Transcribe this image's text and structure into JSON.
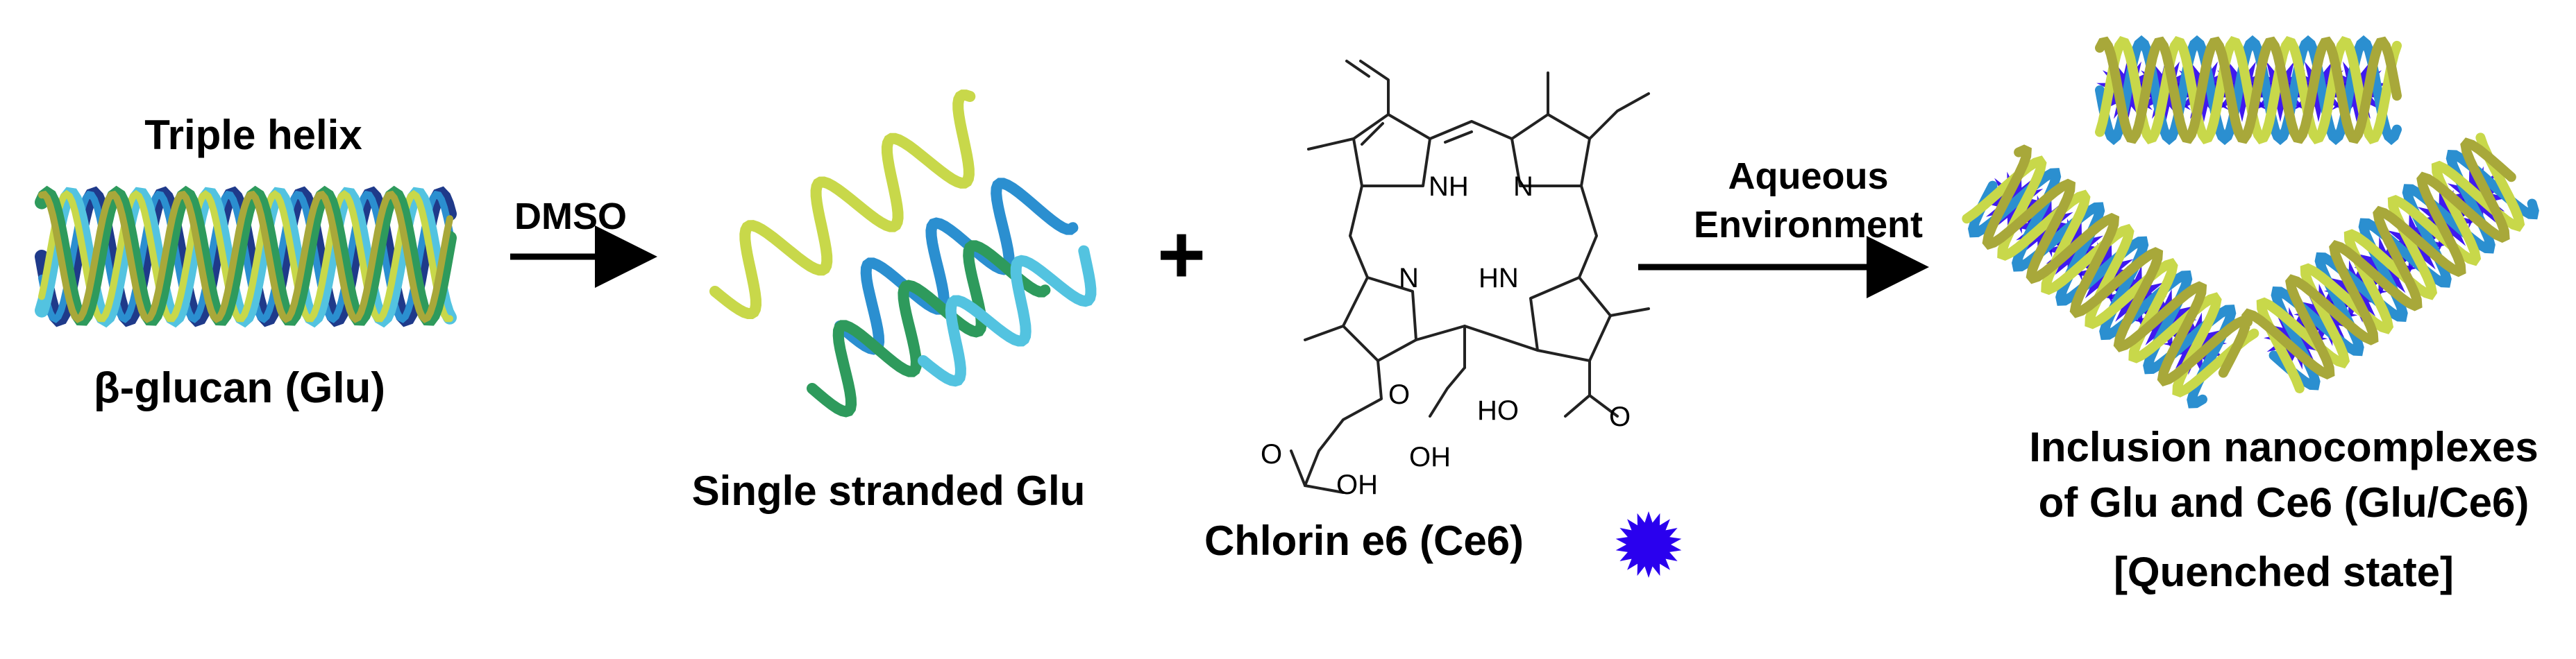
{
  "triple_helix": {
    "title": "Triple helix",
    "name": "β-glucan (Glu)"
  },
  "step1": {
    "reagent": "DMSO"
  },
  "single_strand": {
    "label": "Single stranded Glu"
  },
  "operator": "+",
  "ce6": {
    "label": "Chlorin e6 (Ce6)",
    "atoms": {
      "nh_top": "NH",
      "n_top": "N",
      "n_bottom": "N",
      "hn_bottom": "HN",
      "ho": "HO",
      "o_right": "O",
      "o_mid": "O",
      "oh_mid": "OH",
      "o_left": "O",
      "oh_left": "OH"
    }
  },
  "step2": {
    "line1": "Aqueous",
    "line2": "Environment"
  },
  "product": {
    "line1": "Inclusion nanocomplexes",
    "line2": "of Glu and Ce6 (Glu/Ce6)",
    "line3": "[Quenched state]"
  },
  "colors": {
    "helix_palette": [
      "#1f3a8a",
      "#2b8fd0",
      "#53c3e0",
      "#c8d84a",
      "#2e9a5c",
      "#a8a83a",
      "#1d6f3c"
    ],
    "ce6_star": "#2a00ee"
  }
}
